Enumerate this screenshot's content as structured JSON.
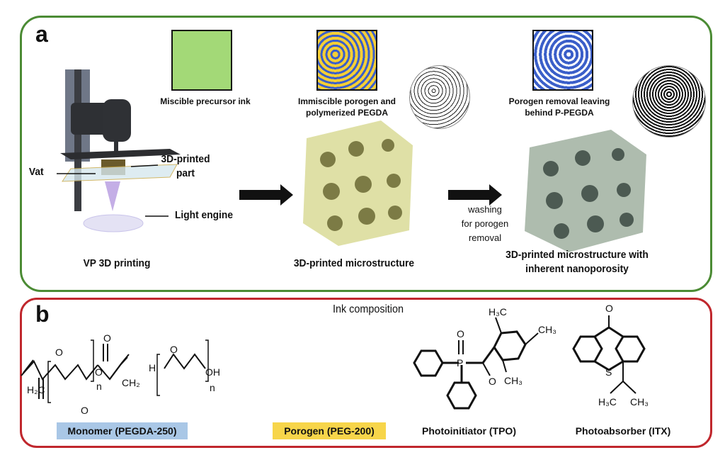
{
  "panel_a": {
    "letter": "a",
    "ink_labels": [
      "Miscible precursor ink",
      "Immiscible porogen and",
      "polymerized PEGDA",
      "Porogen removal leaving",
      "behind P-PEGDA"
    ],
    "printer_labels": {
      "vat": "Vat",
      "part_line1": "3D-printed",
      "part_line2": "part",
      "light": "Light engine"
    },
    "step_labels": {
      "vp": "VP 3D printing",
      "micro": "3D-printed microstructure",
      "nano_line1": "3D-printed microstructure with",
      "nano_line2": "inherent nanoporosity"
    },
    "washing": [
      "washing",
      "for porogen removal"
    ],
    "colors": {
      "border": "#4b8b34",
      "precursor": "#a3d977",
      "porogen": "#f5cf35",
      "pegda": "#3b5fc9"
    }
  },
  "panel_b": {
    "letter": "b",
    "title": "Ink composition",
    "components": [
      {
        "label": "Monomer (PEGDA-250)",
        "color": "#a9c7e6"
      },
      {
        "label": "Porogen (PEG-200)",
        "color": "#f7d54a"
      },
      {
        "label": "Photoinitiator (TPO)"
      },
      {
        "label": "Photoabsorber (ITX)"
      }
    ],
    "atoms": {
      "pegda": [
        "H₂C",
        "O",
        "O",
        "O",
        "O",
        "n",
        "CH₂"
      ],
      "peg": [
        "H",
        "O",
        "OH",
        "n"
      ],
      "tpo": [
        "P",
        "O",
        "O",
        "H₃C",
        "CH₃",
        "CH₃"
      ],
      "itx": [
        "O",
        "S",
        "H₃C",
        "CH₃"
      ]
    },
    "colors": {
      "border": "#c0272d"
    }
  }
}
